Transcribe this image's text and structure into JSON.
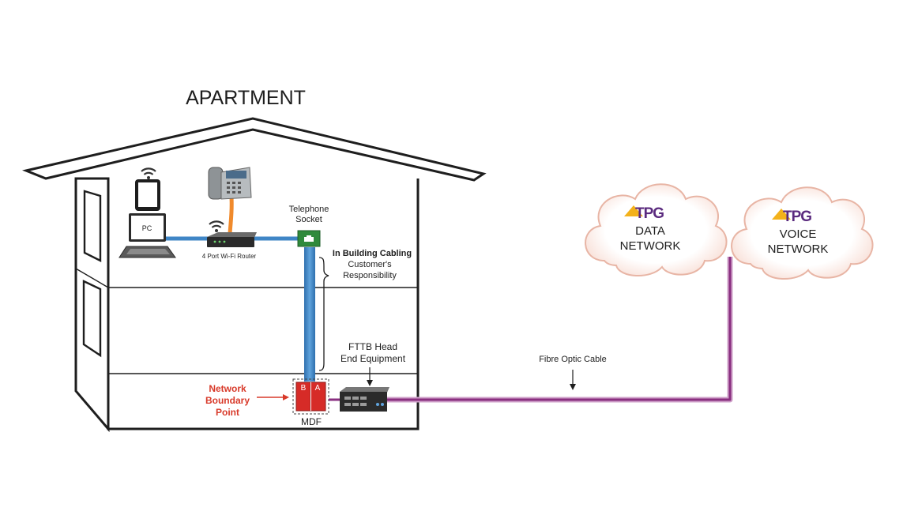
{
  "building": {
    "title": "APARTMENT"
  },
  "devices": {
    "pc_label": "PC",
    "router_label": "4 Port Wi-Fi Router",
    "socket_label_1": "Telephone",
    "socket_label_2": "Socket",
    "mdf_label": "MDF",
    "mdf_port_b": "B",
    "mdf_port_a": "A"
  },
  "annotations": {
    "cabling_title": "In Building Cabling",
    "cabling_line1": "Customer's",
    "cabling_line2": "Responsibility",
    "fttb_line1": "FTTB Head",
    "fttb_line2": "End Equipment",
    "boundary_line1": "Network",
    "boundary_line2": "Boundary",
    "boundary_line3": "Point",
    "fibre_label": "Fibre Optic Cable"
  },
  "networks": {
    "data": {
      "brand": "TPG",
      "line1": "DATA",
      "line2": "NETWORK"
    },
    "voice": {
      "brand": "TPG",
      "line1": "VOICE",
      "line2": "NETWORK"
    }
  },
  "colors": {
    "data_cable": "#3f86c6",
    "phone_cord": "#f08a2c",
    "fibre": "#9b3f8f",
    "mdf_red": "#d62b27",
    "boundary_text": "#d83a2a",
    "cloud_edge": "#e8b5a5",
    "socket_green": "#2f8a3b",
    "tpg_purple": "#5a2a7e",
    "tpg_gold": "#f3b21b"
  }
}
